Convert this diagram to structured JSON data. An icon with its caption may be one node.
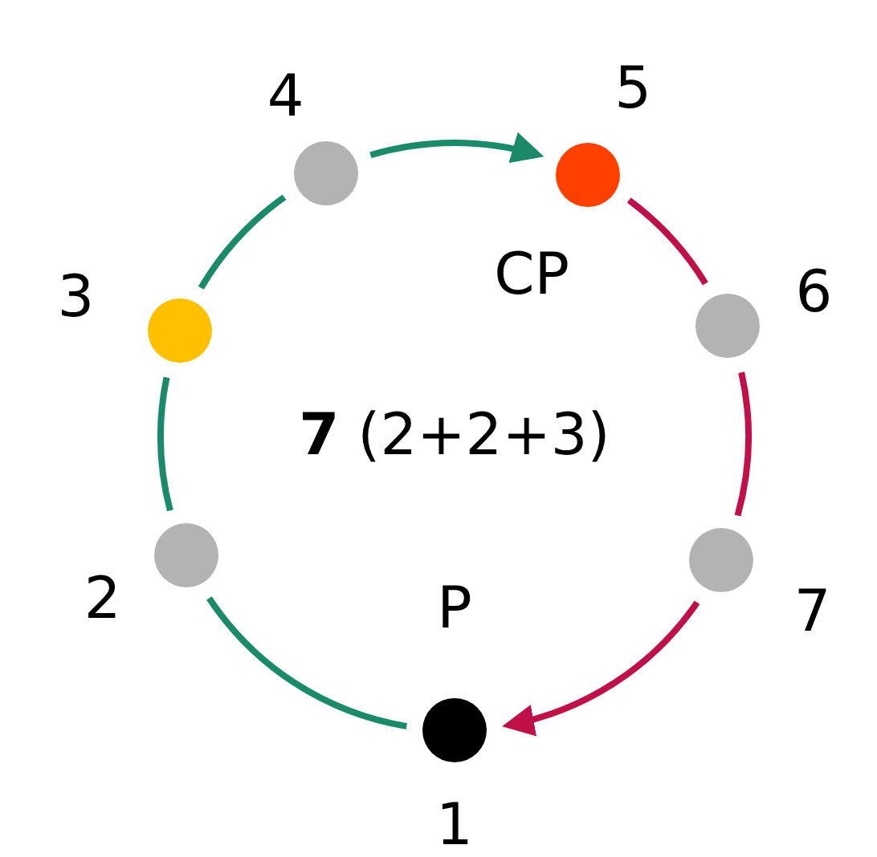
{
  "diagram": {
    "nodes": [
      {
        "text": [],
        "shape": "circle",
        "beside": [
          "1",
          "P"
        ]
      },
      {
        "text": [],
        "shape": "circle",
        "beside": [
          "2"
        ]
      },
      {
        "text": [],
        "shape": "circle",
        "beside": [
          "3"
        ]
      },
      {
        "text": [],
        "shape": "circle",
        "beside": [
          "4"
        ]
      },
      {
        "text": [],
        "shape": "circle",
        "beside": [
          "5",
          "CP"
        ]
      },
      {
        "text": [],
        "shape": "circle",
        "beside": [
          "6"
        ]
      },
      {
        "text": [],
        "shape": "circle",
        "beside": [
          "7"
        ]
      }
    ],
    "edges": [
      {
        "from": 0,
        "to": 1,
        "arrow": "none"
      },
      {
        "from": 1,
        "to": 2,
        "arrow": "none"
      },
      {
        "from": 2,
        "to": 3,
        "arrow": "none"
      },
      {
        "from": 3,
        "to": 4,
        "arrow": "to"
      },
      {
        "from": 4,
        "to": 5,
        "arrow": "none",
        "color": "#c0104a"
      },
      {
        "from": 5,
        "to": 6,
        "arrow": "none",
        "color": "#c0104a"
      },
      {
        "from": 6,
        "to": 0,
        "arrow": "to",
        "color": "#c0104a"
      }
    ],
    "labels": [
      "**7** (2+2+3)"
    ]
  }
}
